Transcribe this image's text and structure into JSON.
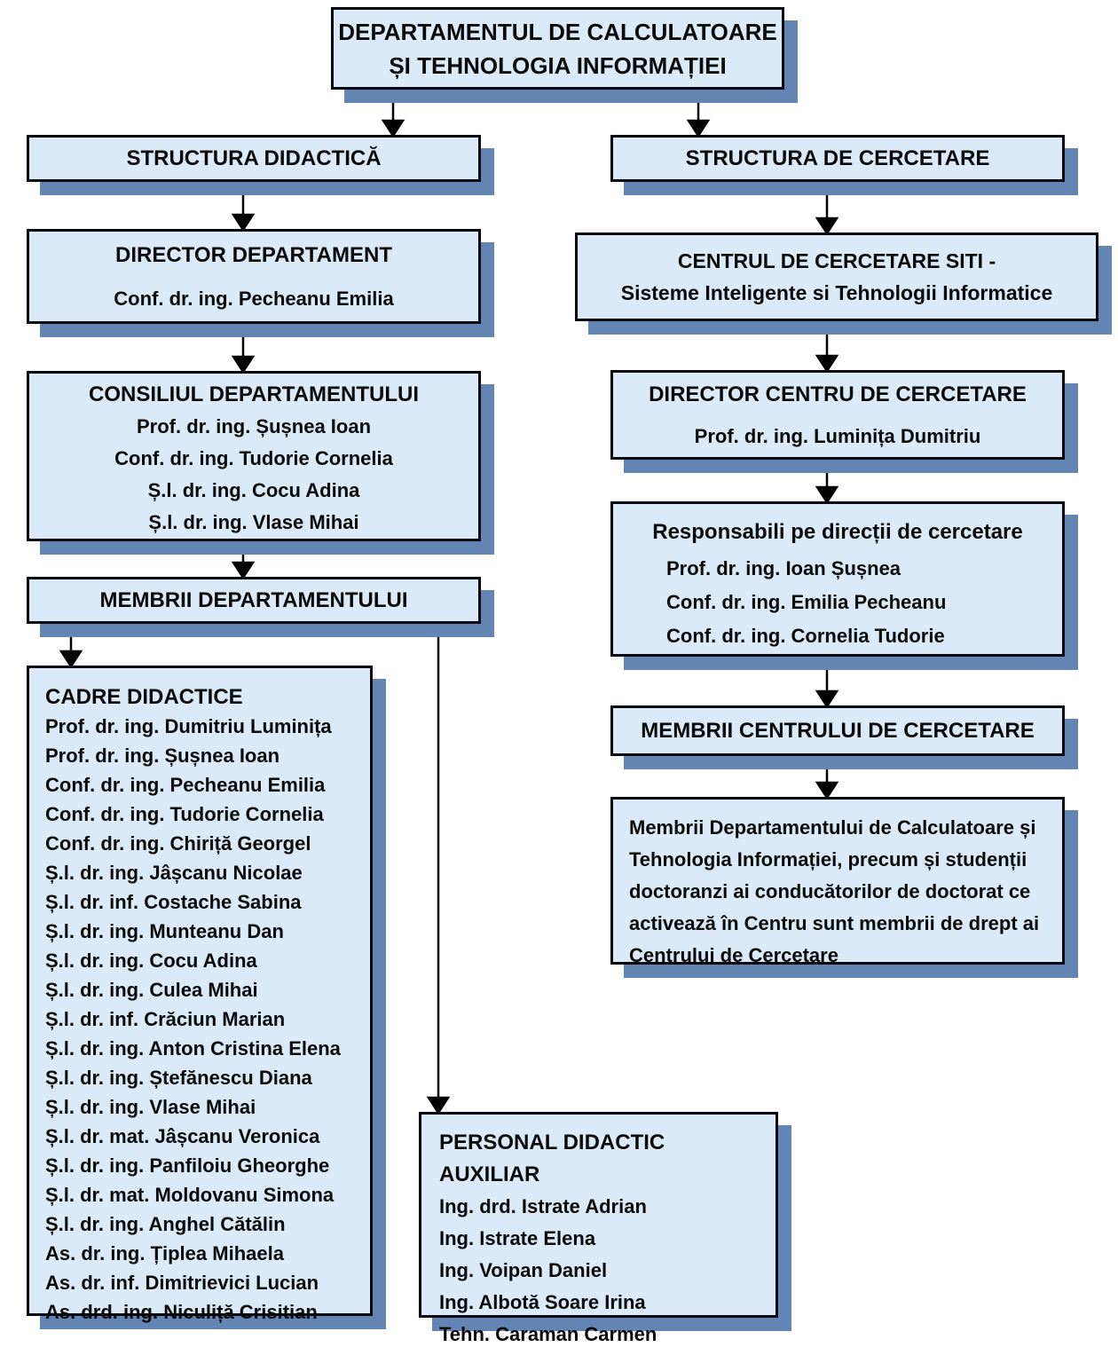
{
  "colors": {
    "box_fill": "#daeaf8",
    "box_border": "#06060e",
    "shadow": "#6385b3",
    "text": "#0a0a0a",
    "background": "#ffffff"
  },
  "boxes": {
    "department": {
      "line1": "DEPARTAMENTUL DE CALCULATOARE",
      "line2": "ȘI TEHNOLOGIA INFORMAȚIEI"
    },
    "structura_didactica": {
      "title": "STRUCTURA DIDACTICĂ"
    },
    "director_departament": {
      "title": "DIRECTOR DEPARTAMENT",
      "name": "Conf. dr. ing. Pecheanu Emilia"
    },
    "consiliul": {
      "title": "CONSILIUL DEPARTAMENTULUI",
      "members": [
        "Prof. dr. ing. Șușnea Ioan",
        "Conf. dr. ing. Tudorie Cornelia",
        "Ș.l. dr. ing. Cocu Adina",
        "Ș.l. dr. ing. Vlase Mihai"
      ]
    },
    "membrii_departamentului": {
      "title": "MEMBRII DEPARTAMENTULUI"
    },
    "cadre_didactice": {
      "title": "CADRE DIDACTICE",
      "members": [
        "Prof. dr. ing. Dumitriu Luminița",
        "Prof. dr. ing. Șușnea Ioan",
        "Conf. dr. ing. Pecheanu Emilia",
        "Conf. dr. ing. Tudorie Cornelia",
        "Conf. dr. ing. Chiriță Georgel",
        "Ș.l. dr. ing. Jâșcanu Nicolae",
        "Ș.l. dr. inf. Costache Sabina",
        "Ș.l. dr. ing. Munteanu Dan",
        "Ș.l. dr. ing. Cocu Adina",
        "Ș.l. dr. ing. Culea Mihai",
        "Ș.l. dr. inf. Crăciun Marian",
        "Ș.l. dr. ing. Anton Cristina Elena",
        "Ș.l. dr. ing. Ștefănescu Diana",
        "Ș.l. dr. ing. Vlase Mihai",
        "Ș.l. dr. mat. Jâșcanu Veronica",
        "Ș.l. dr. ing. Panfiloiu Gheorghe",
        "Ș.l. dr. mat. Moldovanu Simona",
        "Ș.l. dr. ing. Anghel Cătălin",
        "As. dr. ing. Țiplea Mihaela",
        "As. dr. inf. Dimitrievici Lucian",
        "As. drd. ing. Niculiță Crisitian"
      ]
    },
    "personal_auxiliar": {
      "title": "PERSONAL DIDACTIC AUXILIAR",
      "members": [
        "Ing. drd. Istrate Adrian",
        "Ing. Istrate Elena",
        "Ing. Voipan Daniel",
        "Ing. Albotă Soare Irina",
        "Tehn. Caraman Carmen"
      ]
    },
    "structura_cercetare": {
      "title": "STRUCTURA DE CERCETARE"
    },
    "centrul_siti": {
      "line1": "CENTRUL DE CERCETARE SITI -",
      "line2": "Sisteme Inteligente si Tehnologii Informatice"
    },
    "director_centru": {
      "title": "DIRECTOR CENTRU DE CERCETARE",
      "name": "Prof. dr. ing. Luminița Dumitriu"
    },
    "responsabili": {
      "title": "Responsabili pe direcții de cercetare",
      "members": [
        "Prof. dr. ing. Ioan Șușnea",
        "Conf. dr. ing. Emilia Pecheanu",
        "Conf. dr. ing. Cornelia Tudorie"
      ]
    },
    "membrii_centrului": {
      "title": "MEMBRII CENTRULUI DE CERCETARE"
    },
    "nota_membri": {
      "text": "Membrii Departamentului de Calculatoare și Tehnologia Informației, precum și studenții doctoranzi ai conducătorilor de doctorat ce activează în Centru sunt membrii de drept ai Centrului de Cercetare"
    }
  }
}
